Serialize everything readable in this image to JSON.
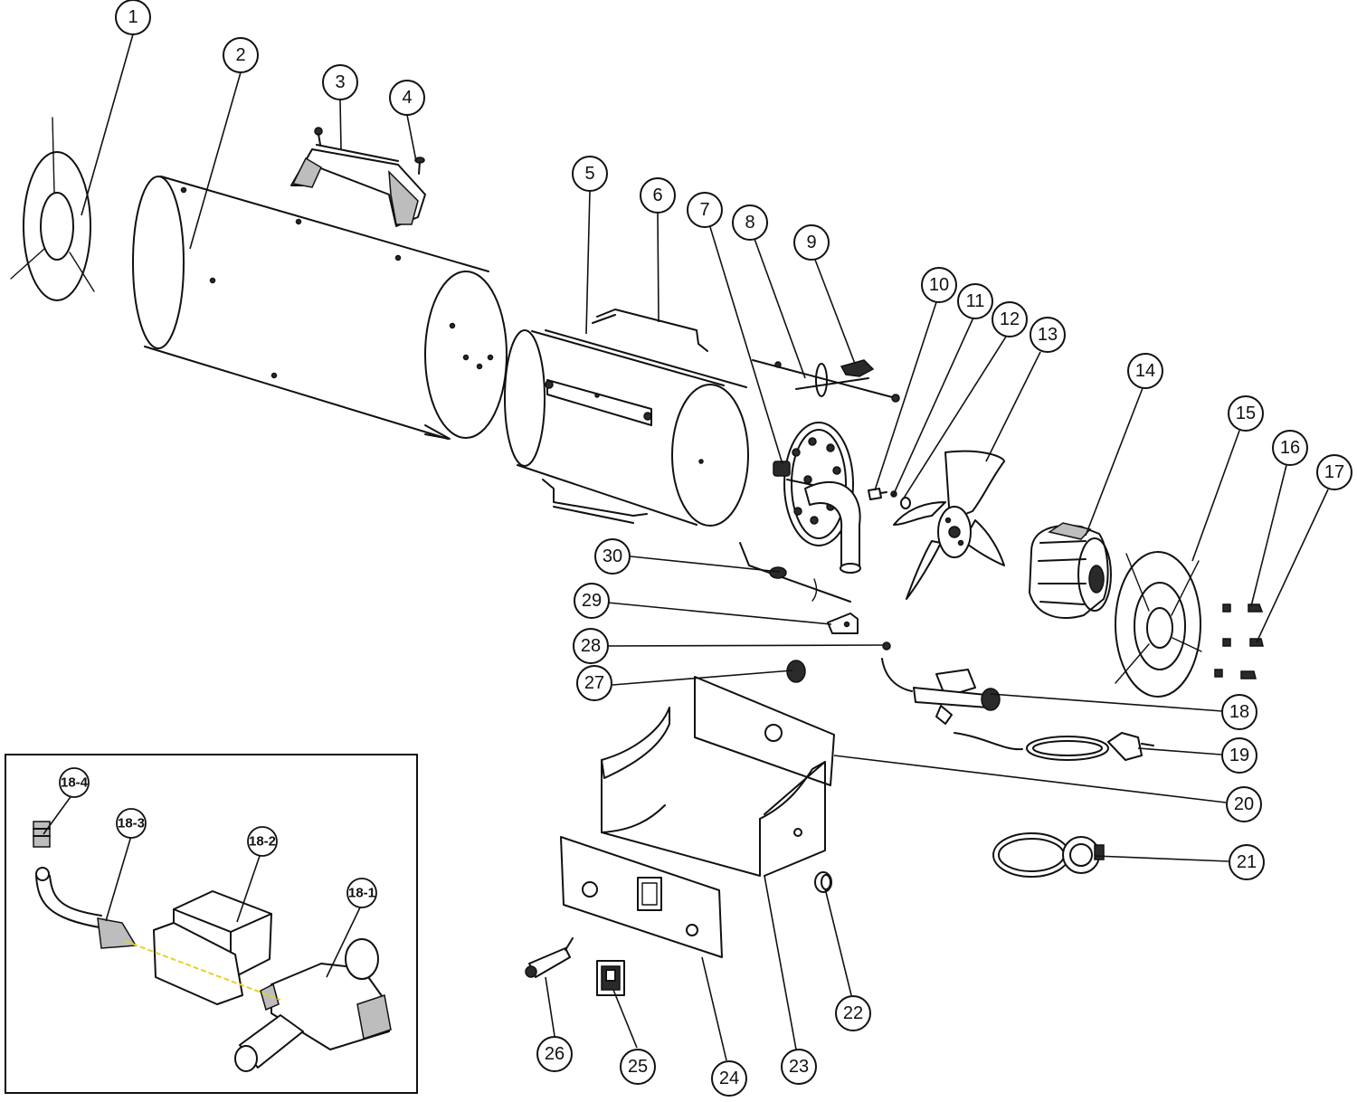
{
  "callouts": [
    {
      "id": "1",
      "label": "1"
    },
    {
      "id": "2",
      "label": "2"
    },
    {
      "id": "3",
      "label": "3"
    },
    {
      "id": "4",
      "label": "4"
    },
    {
      "id": "5",
      "label": "5"
    },
    {
      "id": "6",
      "label": "6"
    },
    {
      "id": "7",
      "label": "7"
    },
    {
      "id": "8",
      "label": "8"
    },
    {
      "id": "9",
      "label": "9"
    },
    {
      "id": "10",
      "label": "10"
    },
    {
      "id": "11",
      "label": "11"
    },
    {
      "id": "12",
      "label": "12"
    },
    {
      "id": "13",
      "label": "13"
    },
    {
      "id": "14",
      "label": "14"
    },
    {
      "id": "15",
      "label": "15"
    },
    {
      "id": "16",
      "label": "16"
    },
    {
      "id": "17",
      "label": "17"
    },
    {
      "id": "18",
      "label": "18"
    },
    {
      "id": "19",
      "label": "19"
    },
    {
      "id": "20",
      "label": "20"
    },
    {
      "id": "21",
      "label": "21"
    },
    {
      "id": "22",
      "label": "22"
    },
    {
      "id": "23",
      "label": "23"
    },
    {
      "id": "24",
      "label": "24"
    },
    {
      "id": "25",
      "label": "25"
    },
    {
      "id": "26",
      "label": "26"
    },
    {
      "id": "27",
      "label": "27"
    },
    {
      "id": "28",
      "label": "28"
    },
    {
      "id": "29",
      "label": "29"
    },
    {
      "id": "30",
      "label": "30"
    }
  ],
  "inset_callouts": [
    {
      "id": "18-1",
      "label": "18-1"
    },
    {
      "id": "18-2",
      "label": "18-2"
    },
    {
      "id": "18-3",
      "label": "18-3"
    },
    {
      "id": "18-4",
      "label": "18-4"
    }
  ]
}
